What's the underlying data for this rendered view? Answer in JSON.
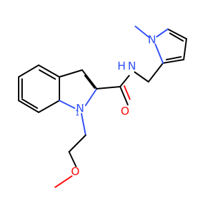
{
  "molecule": {
    "atoms": {
      "n_indole": {
        "symbol": "N",
        "subscript": "1",
        "color": "#3050F8"
      },
      "n_amide": {
        "symbol": "H",
        "symbol2": "N",
        "color": "#3050F8"
      },
      "o_carbonyl": {
        "symbol": "O",
        "color": "#FF0D0D"
      },
      "n_pyrrole": {
        "symbol": "N",
        "color": "#3050F8"
      },
      "o_ether": {
        "symbol": "O",
        "color": "#FF0D0D"
      }
    }
  }
}
